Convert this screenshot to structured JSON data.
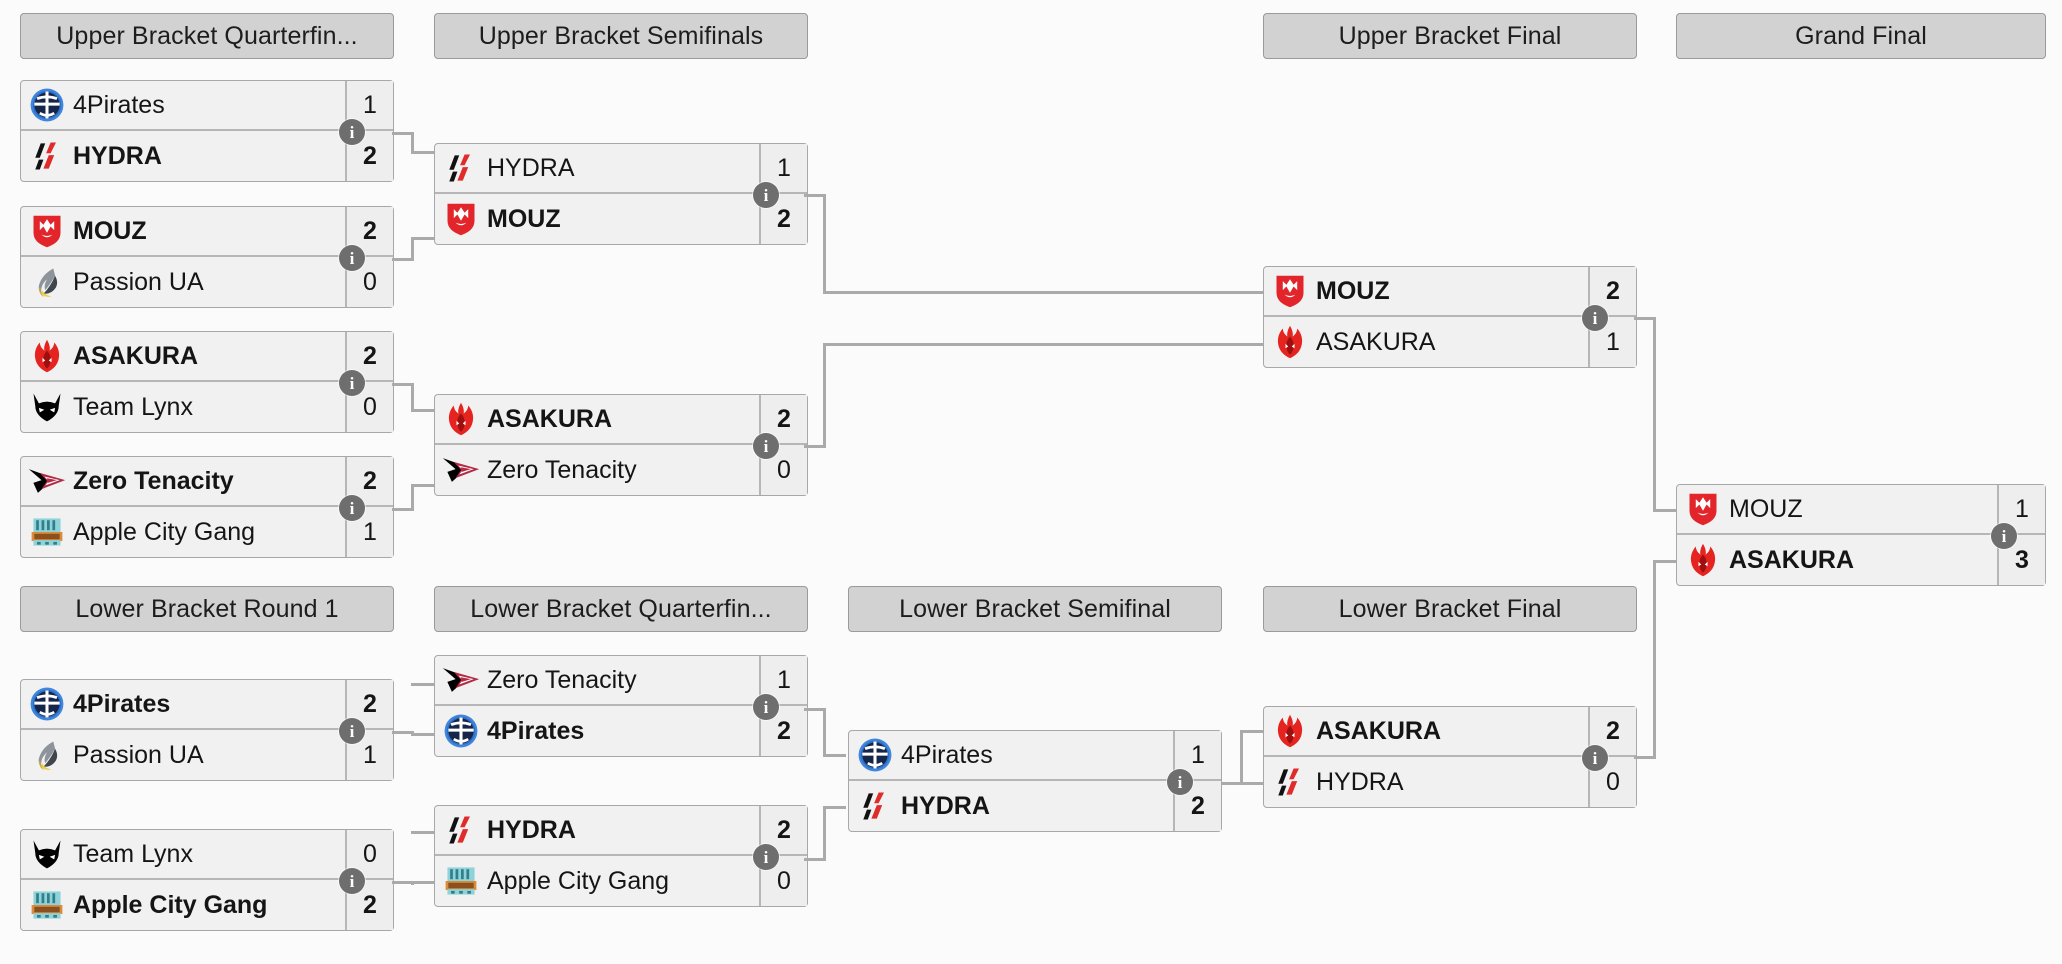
{
  "bracket": {
    "title": "Double Elimination Bracket",
    "rounds": [
      {
        "id": "ub-qf",
        "label": "Upper Bracket Quarterfin..."
      },
      {
        "id": "ub-sf",
        "label": "Upper Bracket Semifinals"
      },
      {
        "id": "ub-f",
        "label": "Upper Bracket Final"
      },
      {
        "id": "gf",
        "label": "Grand Final"
      },
      {
        "id": "lb-r1",
        "label": "Lower Bracket Round 1"
      },
      {
        "id": "lb-qf",
        "label": "Lower Bracket Quarterfin..."
      },
      {
        "id": "lb-sf",
        "label": "Lower Bracket Semifinal"
      },
      {
        "id": "lb-f",
        "label": "Lower Bracket Final"
      }
    ],
    "info_badge_glyph": "i",
    "matches": {
      "ubqf1": {
        "top": {
          "team": "4Pirates",
          "score": "1",
          "winner": false,
          "logo": "4pirates-logo"
        },
        "bottom": {
          "team": "HYDRA",
          "score": "2",
          "winner": true,
          "logo": "hydra-logo"
        }
      },
      "ubqf2": {
        "top": {
          "team": "MOUZ",
          "score": "2",
          "winner": true,
          "logo": "mouz-logo"
        },
        "bottom": {
          "team": "Passion UA",
          "score": "0",
          "winner": false,
          "logo": "passionua-logo"
        }
      },
      "ubqf3": {
        "top": {
          "team": "ASAKURA",
          "score": "2",
          "winner": true,
          "logo": "asakura-logo"
        },
        "bottom": {
          "team": "Team Lynx",
          "score": "0",
          "winner": false,
          "logo": "lynx-logo"
        }
      },
      "ubqf4": {
        "top": {
          "team": "Zero Tenacity",
          "score": "2",
          "winner": true,
          "logo": "zerotenacity-logo"
        },
        "bottom": {
          "team": "Apple City Gang",
          "score": "1",
          "winner": false,
          "logo": "applecitygang-logo"
        }
      },
      "ubsf1": {
        "top": {
          "team": "HYDRA",
          "score": "1",
          "winner": false,
          "logo": "hydra-logo"
        },
        "bottom": {
          "team": "MOUZ",
          "score": "2",
          "winner": true,
          "logo": "mouz-logo"
        }
      },
      "ubsf2": {
        "top": {
          "team": "ASAKURA",
          "score": "2",
          "winner": true,
          "logo": "asakura-logo"
        },
        "bottom": {
          "team": "Zero Tenacity",
          "score": "0",
          "winner": false,
          "logo": "zerotenacity-logo"
        }
      },
      "ubf": {
        "top": {
          "team": "MOUZ",
          "score": "2",
          "winner": true,
          "logo": "mouz-logo"
        },
        "bottom": {
          "team": "ASAKURA",
          "score": "1",
          "winner": false,
          "logo": "asakura-logo"
        }
      },
      "gf": {
        "top": {
          "team": "MOUZ",
          "score": "1",
          "winner": false,
          "logo": "mouz-logo"
        },
        "bottom": {
          "team": "ASAKURA",
          "score": "3",
          "winner": true,
          "logo": "asakura-logo"
        }
      },
      "lbr1a": {
        "top": {
          "team": "4Pirates",
          "score": "2",
          "winner": true,
          "logo": "4pirates-logo"
        },
        "bottom": {
          "team": "Passion UA",
          "score": "1",
          "winner": false,
          "logo": "passionua-logo"
        }
      },
      "lbr1b": {
        "top": {
          "team": "Team Lynx",
          "score": "0",
          "winner": false,
          "logo": "lynx-logo"
        },
        "bottom": {
          "team": "Apple City Gang",
          "score": "2",
          "winner": true,
          "logo": "applecitygang-logo"
        }
      },
      "lbqf1": {
        "top": {
          "team": "Zero Tenacity",
          "score": "1",
          "winner": false,
          "logo": "zerotenacity-logo"
        },
        "bottom": {
          "team": "4Pirates",
          "score": "2",
          "winner": true,
          "logo": "4pirates-logo"
        }
      },
      "lbqf2": {
        "top": {
          "team": "HYDRA",
          "score": "2",
          "winner": true,
          "logo": "hydra-logo"
        },
        "bottom": {
          "team": "Apple City Gang",
          "score": "0",
          "winner": false,
          "logo": "applecitygang-logo"
        }
      },
      "lbsf": {
        "top": {
          "team": "4Pirates",
          "score": "1",
          "winner": false,
          "logo": "4pirates-logo"
        },
        "bottom": {
          "team": "HYDRA",
          "score": "2",
          "winner": true,
          "logo": "hydra-logo"
        }
      },
      "lbf": {
        "top": {
          "team": "ASAKURA",
          "score": "2",
          "winner": true,
          "logo": "asakura-logo"
        },
        "bottom": {
          "team": "HYDRA",
          "score": "0",
          "winner": false,
          "logo": "hydra-logo"
        }
      }
    },
    "colors": {
      "header_bg": "#d2d2d2",
      "match_bg": "#f1f1f1",
      "score_bg": "#eeeeee",
      "border": "#a8a8a8",
      "connector": "#aaaaaa",
      "badge": "#6e6e6e",
      "text": "#151515"
    }
  }
}
